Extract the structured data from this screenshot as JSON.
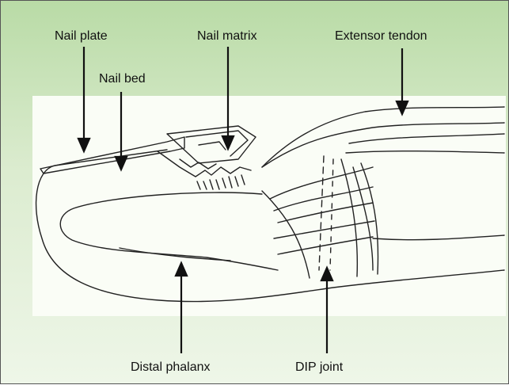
{
  "labels": {
    "nail_plate": "Nail plate",
    "nail_matrix": "Nail matrix",
    "extensor_tendon": "Extensor tendon",
    "nail_bed": "Nail bed",
    "distal_phalanx": "Distal phalanx",
    "dip_joint": "DIP joint"
  },
  "colors": {
    "background_top": "#b9dba6",
    "background_bottom": "#eef6e8",
    "panel": "#fafdf6",
    "ink": "#111111"
  }
}
